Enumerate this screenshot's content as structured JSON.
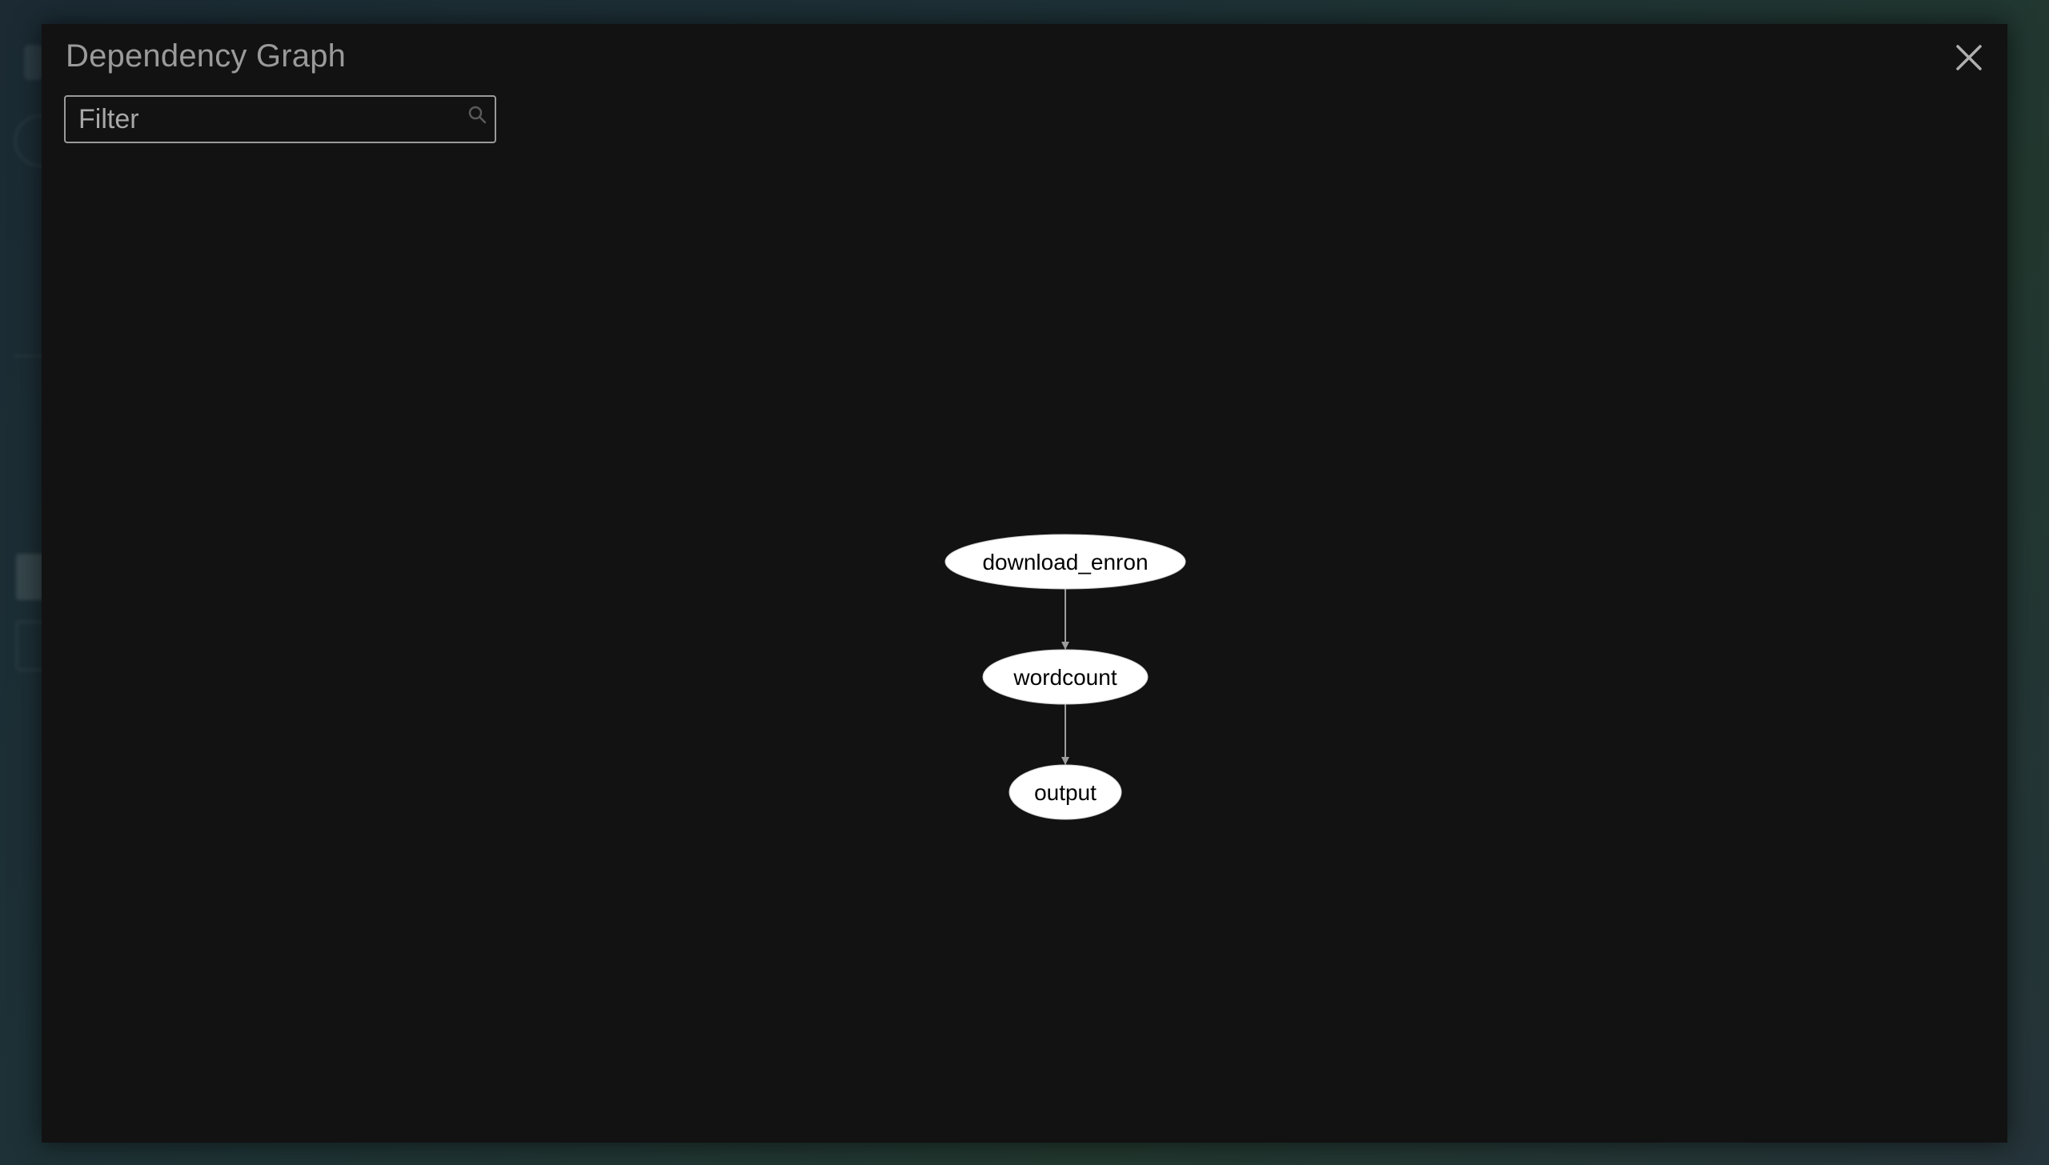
{
  "modal": {
    "title": "Dependency Graph",
    "close_icon": "close-icon"
  },
  "filter": {
    "placeholder": "Filter",
    "value": "",
    "icon": "search-icon"
  },
  "graph": {
    "nodes": [
      {
        "id": "download_enron",
        "label": "download_enron"
      },
      {
        "id": "wordcount",
        "label": "wordcount"
      },
      {
        "id": "output",
        "label": "output"
      }
    ],
    "edges": [
      {
        "from": "download_enron",
        "to": "wordcount"
      },
      {
        "from": "wordcount",
        "to": "output"
      }
    ]
  },
  "colors": {
    "modal_background": "#121212",
    "title_text": "#9a9a9a",
    "node_fill": "#ffffff",
    "node_text": "#000000",
    "edge": "#9e9e9e"
  }
}
